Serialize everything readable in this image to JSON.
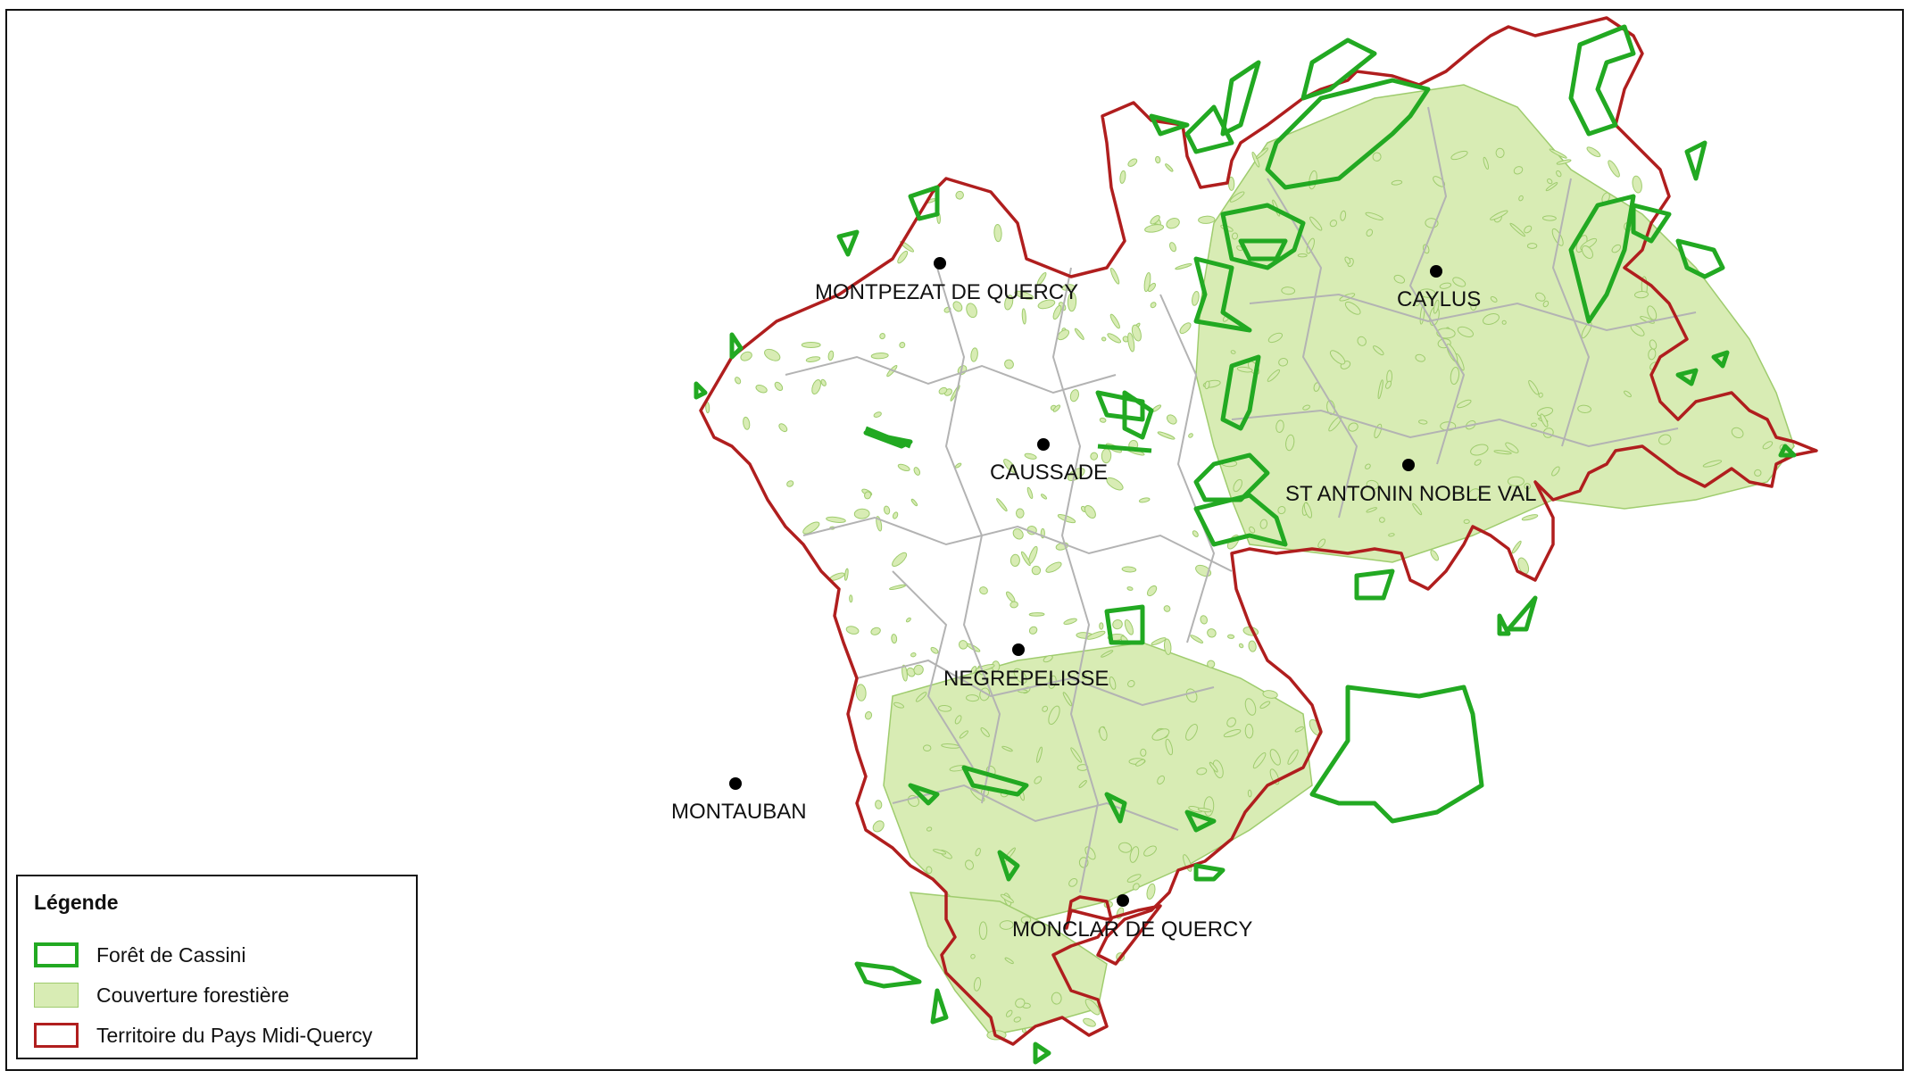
{
  "colors": {
    "cassini_forest": "#22a922",
    "forest_cover_fill": "#d8ecb4",
    "forest_cover_stroke": "#9fcc6e",
    "territory_border": "#b01e1e",
    "commune_border": "#b3b3b3",
    "town_marker": "#000000"
  },
  "towns": [
    {
      "name": "MONTPEZAT DE QUERCY"
    },
    {
      "name": "CAYLUS"
    },
    {
      "name": "CAUSSADE"
    },
    {
      "name": "ST ANTONIN NOBLE VAL"
    },
    {
      "name": "NEGREPELISSE"
    },
    {
      "name": "MONTAUBAN"
    },
    {
      "name": "MONCLAR DE QUERCY"
    }
  ],
  "legend": {
    "title": "Légende",
    "items": [
      {
        "label": "Forêt de Cassini",
        "symbol": "green-outline"
      },
      {
        "label": "Couverture forestière",
        "symbol": "light-green-fill"
      },
      {
        "label": "Territoire du Pays Midi-Quercy",
        "symbol": "red-outline"
      }
    ]
  }
}
